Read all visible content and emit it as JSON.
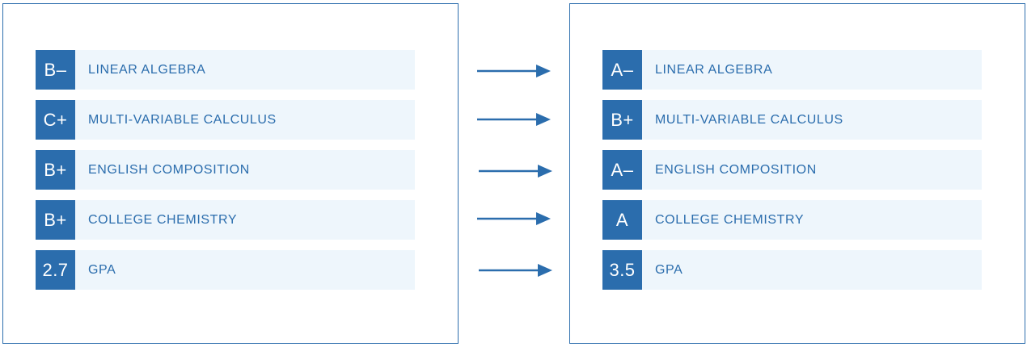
{
  "colors": {
    "accent": "#2b6dad",
    "row_background": "#eef6fc",
    "border": "#2e6fae"
  },
  "before": {
    "rows": [
      {
        "grade": "B–",
        "label": "LINEAR ALGEBRA"
      },
      {
        "grade": "C+",
        "label": "MULTI-VARIABLE CALCULUS"
      },
      {
        "grade": "B+",
        "label": "ENGLISH COMPOSITION"
      },
      {
        "grade": "B+",
        "label": "COLLEGE CHEMISTRY"
      },
      {
        "grade": "2.7",
        "label": "GPA"
      }
    ]
  },
  "after": {
    "rows": [
      {
        "grade": "A–",
        "label": "LINEAR ALGEBRA"
      },
      {
        "grade": "B+",
        "label": "MULTI-VARIABLE CALCULUS"
      },
      {
        "grade": "A–",
        "label": "ENGLISH COMPOSITION"
      },
      {
        "grade": "A",
        "label": "COLLEGE CHEMISTRY"
      },
      {
        "grade": "3.5",
        "label": "GPA"
      }
    ]
  },
  "arrows": {
    "count": 5,
    "direction": "right"
  }
}
